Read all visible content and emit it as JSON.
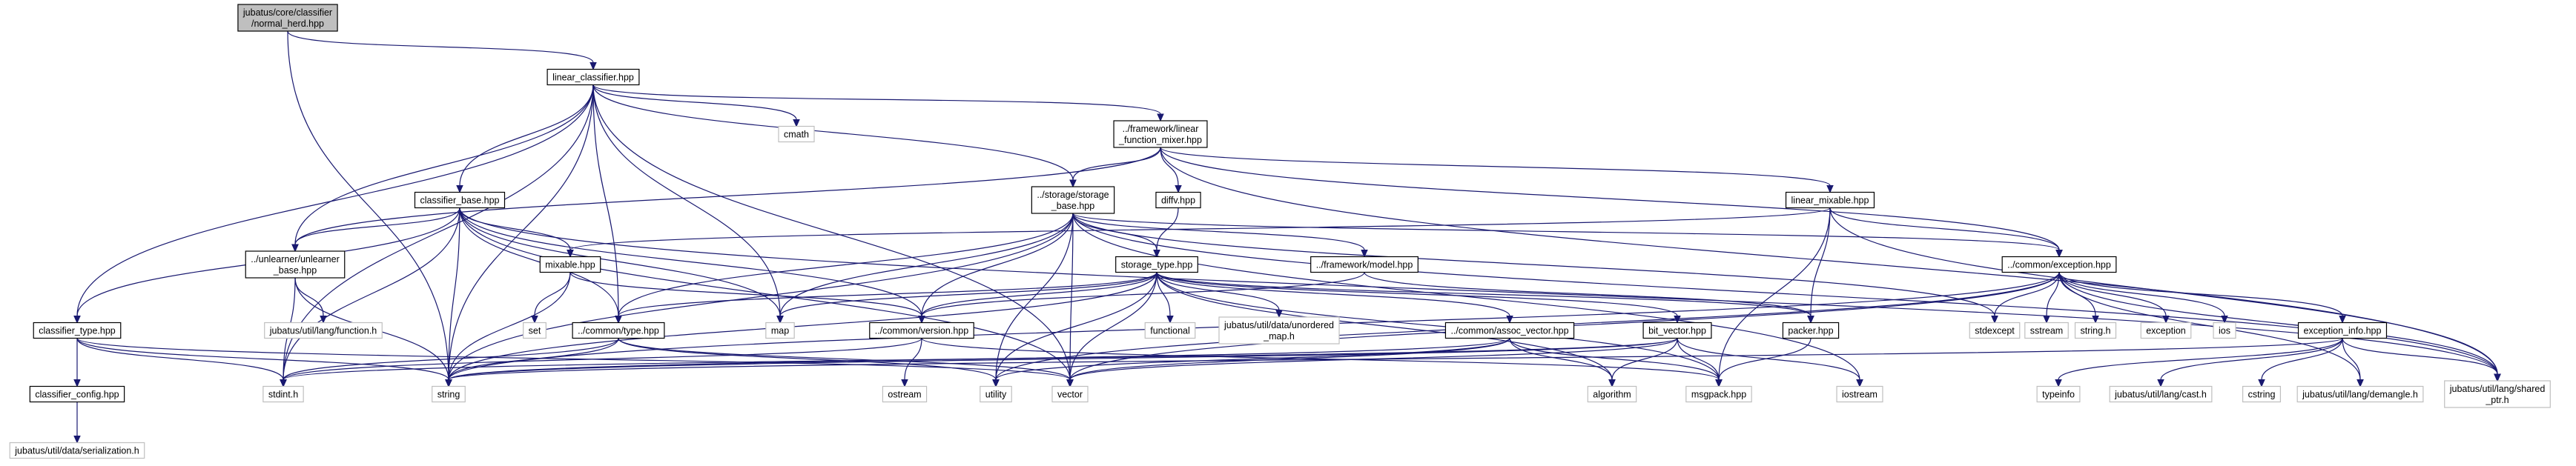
{
  "graph": {
    "nodes": [
      {
        "id": "root",
        "label": "jubatus/core/classifier\n/normal_herd.hpp",
        "style": "root"
      },
      {
        "id": "linear_classifier",
        "label": "linear_classifier.hpp",
        "style": "doc"
      },
      {
        "id": "cmath",
        "label": "cmath",
        "style": "ext"
      },
      {
        "id": "linear_function_mixer",
        "label": "../framework/linear\n_function_mixer.hpp",
        "style": "doc"
      },
      {
        "id": "classifier_base",
        "label": "classifier_base.hpp",
        "style": "doc"
      },
      {
        "id": "storage_base",
        "label": "../storage/storage\n_base.hpp",
        "style": "doc"
      },
      {
        "id": "diffv",
        "label": "diffv.hpp",
        "style": "doc"
      },
      {
        "id": "linear_mixable",
        "label": "linear_mixable.hpp",
        "style": "doc"
      },
      {
        "id": "unlearner_base",
        "label": "../unlearner/unlearner\n_base.hpp",
        "style": "doc"
      },
      {
        "id": "mixable",
        "label": "mixable.hpp",
        "style": "doc"
      },
      {
        "id": "storage_type",
        "label": "storage_type.hpp",
        "style": "doc"
      },
      {
        "id": "framework_model",
        "label": "../framework/model.hpp",
        "style": "doc"
      },
      {
        "id": "common_exception",
        "label": "../common/exception.hpp",
        "style": "doc"
      },
      {
        "id": "lang_function",
        "label": "jubatus/util/lang/function.h",
        "style": "ext"
      },
      {
        "id": "classifier_type",
        "label": "classifier_type.hpp",
        "style": "doc"
      },
      {
        "id": "common_type",
        "label": "../common/type.hpp",
        "style": "doc"
      },
      {
        "id": "common_version",
        "label": "../common/version.hpp",
        "style": "doc"
      },
      {
        "id": "set",
        "label": "set",
        "style": "ext"
      },
      {
        "id": "map",
        "label": "map",
        "style": "ext"
      },
      {
        "id": "functional",
        "label": "functional",
        "style": "ext"
      },
      {
        "id": "unordered_map",
        "label": "jubatus/util/data/unordered\n_map.h",
        "style": "ext"
      },
      {
        "id": "assoc_vector",
        "label": "../common/assoc_vector.hpp",
        "style": "doc"
      },
      {
        "id": "bit_vector",
        "label": "bit_vector.hpp",
        "style": "doc"
      },
      {
        "id": "packer",
        "label": "packer.hpp",
        "style": "doc"
      },
      {
        "id": "stdexcept",
        "label": "stdexcept",
        "style": "ext"
      },
      {
        "id": "sstream",
        "label": "sstream",
        "style": "ext"
      },
      {
        "id": "string_h",
        "label": "string.h",
        "style": "ext"
      },
      {
        "id": "exception",
        "label": "exception",
        "style": "ext"
      },
      {
        "id": "ios",
        "label": "ios",
        "style": "ext"
      },
      {
        "id": "exception_info",
        "label": "exception_info.hpp",
        "style": "doc"
      },
      {
        "id": "classifier_config",
        "label": "classifier_config.hpp",
        "style": "doc"
      },
      {
        "id": "stdint",
        "label": "stdint.h",
        "style": "ext"
      },
      {
        "id": "string",
        "label": "string",
        "style": "ext"
      },
      {
        "id": "ostream",
        "label": "ostream",
        "style": "ext"
      },
      {
        "id": "utility",
        "label": "utility",
        "style": "ext"
      },
      {
        "id": "vector",
        "label": "vector",
        "style": "ext"
      },
      {
        "id": "algorithm",
        "label": "algorithm",
        "style": "ext"
      },
      {
        "id": "msgpack",
        "label": "msgpack.hpp",
        "style": "ext"
      },
      {
        "id": "iostream",
        "label": "iostream",
        "style": "ext"
      },
      {
        "id": "typeinfo",
        "label": "typeinfo",
        "style": "ext"
      },
      {
        "id": "lang_cast",
        "label": "jubatus/util/lang/cast.h",
        "style": "ext"
      },
      {
        "id": "cstring",
        "label": "cstring",
        "style": "ext"
      },
      {
        "id": "lang_demangle",
        "label": "jubatus/util/lang/demangle.h",
        "style": "ext"
      },
      {
        "id": "shared_ptr",
        "label": "jubatus/util/lang/shared\n_ptr.h",
        "style": "ext"
      },
      {
        "id": "serialization",
        "label": "jubatus/util/data/serialization.h",
        "style": "ext"
      }
    ],
    "edges": [
      [
        "root",
        "linear_classifier"
      ],
      [
        "root",
        "string"
      ],
      [
        "linear_classifier",
        "cmath"
      ],
      [
        "linear_classifier",
        "linear_function_mixer"
      ],
      [
        "linear_classifier",
        "classifier_base"
      ],
      [
        "linear_classifier",
        "storage_base"
      ],
      [
        "linear_classifier",
        "unlearner_base"
      ],
      [
        "linear_classifier",
        "classifier_type"
      ],
      [
        "linear_classifier",
        "common_type"
      ],
      [
        "linear_classifier",
        "map"
      ],
      [
        "linear_classifier",
        "string"
      ],
      [
        "linear_classifier",
        "vector"
      ],
      [
        "linear_classifier",
        "stdint"
      ],
      [
        "linear_function_mixer",
        "storage_base"
      ],
      [
        "linear_function_mixer",
        "diffv"
      ],
      [
        "linear_function_mixer",
        "linear_mixable"
      ],
      [
        "linear_function_mixer",
        "unlearner_base"
      ],
      [
        "linear_function_mixer",
        "common_exception"
      ],
      [
        "linear_function_mixer",
        "shared_ptr"
      ],
      [
        "classifier_base",
        "mixable"
      ],
      [
        "classifier_base",
        "unlearner_base"
      ],
      [
        "classifier_base",
        "classifier_type"
      ],
      [
        "classifier_base",
        "common_type"
      ],
      [
        "classifier_base",
        "map"
      ],
      [
        "classifier_base",
        "string"
      ],
      [
        "classifier_base",
        "stdint"
      ],
      [
        "classifier_base",
        "vector"
      ],
      [
        "classifier_base",
        "common_version"
      ],
      [
        "classifier_base",
        "shared_ptr"
      ],
      [
        "storage_base",
        "storage_type"
      ],
      [
        "storage_base",
        "framework_model"
      ],
      [
        "storage_base",
        "common_exception"
      ],
      [
        "storage_base",
        "common_type"
      ],
      [
        "storage_base",
        "common_version"
      ],
      [
        "storage_base",
        "map"
      ],
      [
        "storage_base",
        "string"
      ],
      [
        "storage_base",
        "vector"
      ],
      [
        "storage_base",
        "utility"
      ],
      [
        "storage_base",
        "iostream"
      ],
      [
        "storage_base",
        "stdexcept"
      ],
      [
        "storage_base",
        "shared_ptr"
      ],
      [
        "diffv",
        "storage_type"
      ],
      [
        "linear_mixable",
        "mixable"
      ],
      [
        "linear_mixable",
        "common_exception"
      ],
      [
        "linear_mixable",
        "packer"
      ],
      [
        "linear_mixable",
        "msgpack"
      ],
      [
        "linear_mixable",
        "shared_ptr"
      ],
      [
        "unlearner_base",
        "lang_function"
      ],
      [
        "unlearner_base",
        "string"
      ],
      [
        "unlearner_base",
        "stdint"
      ],
      [
        "mixable",
        "set"
      ],
      [
        "mixable",
        "string"
      ],
      [
        "mixable",
        "common_version"
      ],
      [
        "storage_type",
        "map"
      ],
      [
        "storage_type",
        "functional"
      ],
      [
        "storage_type",
        "unordered_map"
      ],
      [
        "storage_type",
        "assoc_vector"
      ],
      [
        "storage_type",
        "bit_vector"
      ],
      [
        "storage_type",
        "common_type"
      ],
      [
        "storage_type",
        "common_version"
      ],
      [
        "storage_type",
        "string"
      ],
      [
        "storage_type",
        "utility"
      ],
      [
        "storage_type",
        "vector"
      ],
      [
        "storage_type",
        "algorithm"
      ],
      [
        "storage_type",
        "msgpack"
      ],
      [
        "storage_type",
        "packer"
      ],
      [
        "framework_model",
        "common_version"
      ],
      [
        "framework_model",
        "packer"
      ],
      [
        "common_exception",
        "stdexcept"
      ],
      [
        "common_exception",
        "sstream"
      ],
      [
        "common_exception",
        "string_h"
      ],
      [
        "common_exception",
        "exception"
      ],
      [
        "common_exception",
        "ios"
      ],
      [
        "common_exception",
        "exception_info"
      ],
      [
        "common_exception",
        "lang_demangle"
      ],
      [
        "common_exception",
        "shared_ptr"
      ],
      [
        "common_exception",
        "string"
      ],
      [
        "common_exception",
        "utility"
      ],
      [
        "common_exception",
        "vector"
      ],
      [
        "classifier_type",
        "classifier_config"
      ],
      [
        "classifier_type",
        "string"
      ],
      [
        "classifier_type",
        "stdint"
      ],
      [
        "classifier_type",
        "vector"
      ],
      [
        "classifier_config",
        "serialization"
      ],
      [
        "common_type",
        "stdint"
      ],
      [
        "common_type",
        "string"
      ],
      [
        "common_type",
        "utility"
      ],
      [
        "common_type",
        "vector"
      ],
      [
        "common_version",
        "ostream"
      ],
      [
        "common_version",
        "msgpack"
      ],
      [
        "common_version",
        "stdint"
      ],
      [
        "assoc_vector",
        "algorithm"
      ],
      [
        "assoc_vector",
        "string"
      ],
      [
        "assoc_vector",
        "utility"
      ],
      [
        "assoc_vector",
        "vector"
      ],
      [
        "assoc_vector",
        "msgpack"
      ],
      [
        "bit_vector",
        "algorithm"
      ],
      [
        "bit_vector",
        "iostream"
      ],
      [
        "bit_vector",
        "msgpack"
      ],
      [
        "bit_vector",
        "vector"
      ],
      [
        "bit_vector",
        "stdint"
      ],
      [
        "bit_vector",
        "string"
      ],
      [
        "packer",
        "msgpack"
      ],
      [
        "exception_info",
        "typeinfo"
      ],
      [
        "exception_info",
        "lang_cast"
      ],
      [
        "exception_info",
        "cstring"
      ],
      [
        "exception_info",
        "lang_demangle"
      ],
      [
        "exception_info",
        "shared_ptr"
      ],
      [
        "exception_info",
        "string"
      ]
    ]
  },
  "colors": {
    "edge": "#191970",
    "root_fill": "#bfbfbf",
    "root_stroke": "#000000",
    "doc_fill": "#ffffff",
    "doc_stroke": "#000000",
    "ext_fill": "#ffffff",
    "ext_stroke": "#bfbfbf"
  }
}
